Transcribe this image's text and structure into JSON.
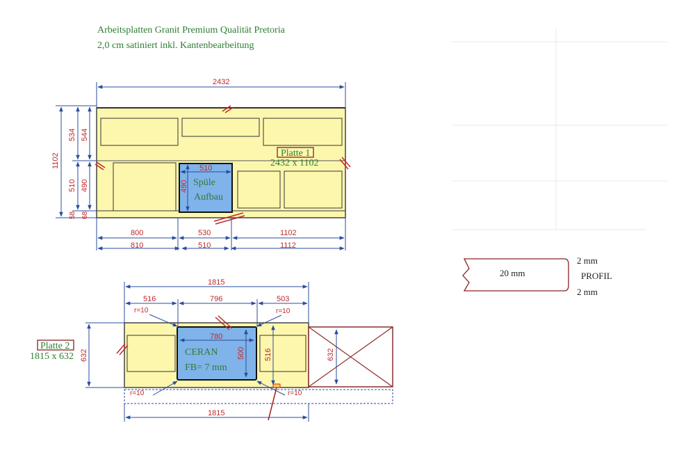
{
  "header": {
    "line1": "Arbeitsplatten Granit Premium Qualität Pretoria",
    "line2": "2,0 cm satiniert inkl. Kantenbearbeitung"
  },
  "plate1": {
    "label": "Platte 1",
    "size": "2432 x 1102",
    "cutout": {
      "line1": "Spüle",
      "line2": "Aufbau"
    },
    "dims": {
      "total_width": "2432",
      "total_depth": "1102",
      "depth_upper": "534",
      "depth_upper_inner": "544",
      "depth_lower": "510",
      "depth_lower_inner": "490",
      "front_offset_a": "58",
      "front_offset_b": "68",
      "sink_width": "510",
      "sink_depth": "490",
      "seg_top": [
        "800",
        "530",
        "1102"
      ],
      "seg_bottom": [
        "810",
        "510",
        "1112"
      ]
    }
  },
  "plate2": {
    "label": "Platte 2",
    "size": "1815 x 632",
    "cutout": {
      "line1": "CERAN",
      "line2": "FB= 7 mm"
    },
    "dims": {
      "total_width_top": "1815",
      "total_width_bottom": "1815",
      "seg": [
        "516",
        "796",
        "503"
      ],
      "depth": "632",
      "cutout_width": "780",
      "cutout_depth": "500",
      "right_depth": "516",
      "extension_depth": "632",
      "radius_tl": "r=10",
      "radius_tr": "r=10",
      "radius_bl": "r=10",
      "radius_br": "r=10"
    }
  },
  "profile": {
    "thickness": "20 mm",
    "label": "PROFIL",
    "top_chamfer": "2 mm",
    "bottom_chamfer": "2 mm"
  },
  "colors": {
    "plate": "#fdf7ae",
    "cutout": "#7fb3ea",
    "dimension_line": "#2a4d9c",
    "dimension_text": "#c0282c",
    "label_text": "#2e7d32",
    "extension_box": "#8b2b2b"
  }
}
